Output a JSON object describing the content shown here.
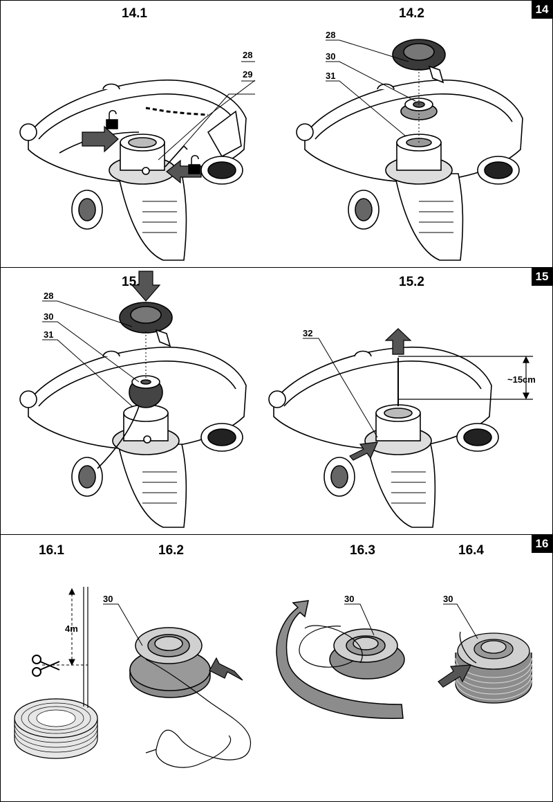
{
  "sections": [
    {
      "number": "14",
      "panels": [
        {
          "label": "14.1",
          "callouts": [
            "28",
            "29"
          ]
        },
        {
          "label": "14.2",
          "callouts": [
            "28",
            "30",
            "31"
          ]
        }
      ]
    },
    {
      "number": "15",
      "panels": [
        {
          "label": "15.1",
          "callouts": [
            "28",
            "30",
            "31"
          ]
        },
        {
          "label": "15.2",
          "callouts": [
            "32"
          ],
          "measure": "~15cm"
        }
      ]
    },
    {
      "number": "16",
      "panels": [
        {
          "label": "16.1",
          "measure": "4m"
        },
        {
          "label": "16.2",
          "callouts": [
            "30"
          ]
        },
        {
          "label": "16.3",
          "callouts": [
            "30"
          ]
        },
        {
          "label": "16.4",
          "callouts": [
            "30"
          ]
        }
      ]
    }
  ],
  "icons": [
    "unlock-icon",
    "scissors-icon",
    "push-arrow-icon",
    "rotate-arrow-icon",
    "up-arrow-icon"
  ],
  "colors": {
    "line": "#000000",
    "spool_gray": "#8c8c8c",
    "cap_dark": "#3a3a3a",
    "light_gray": "#d8d8d8"
  }
}
